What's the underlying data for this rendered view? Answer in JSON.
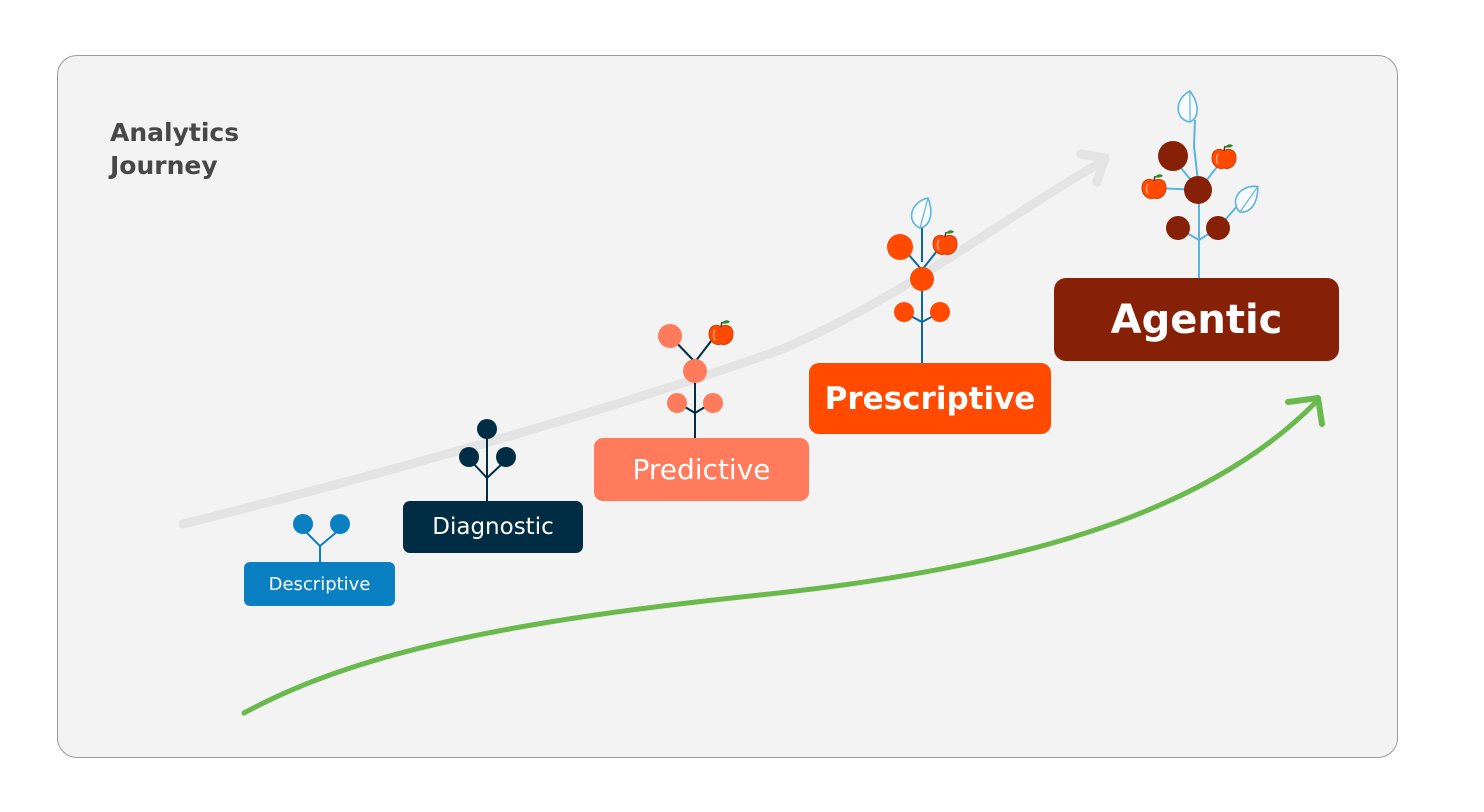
{
  "title": {
    "line1": "Analytics",
    "line2": "Journey"
  },
  "stages": [
    {
      "id": "descriptive",
      "label": "Descriptive",
      "color": "#0a7fc1"
    },
    {
      "id": "diagnostic",
      "label": "Diagnostic",
      "color": "#002d44"
    },
    {
      "id": "predictive",
      "label": "Predictive",
      "color": "#ff7b5c"
    },
    {
      "id": "prescriptive",
      "label": "Prescriptive",
      "color": "#ff4a00"
    },
    {
      "id": "agentic",
      "label": "Agentic",
      "color": "#862007"
    }
  ],
  "colors": {
    "card_background": "#f3f3f3",
    "title_text": "#474747",
    "upper_arrow": "#e4e4e4",
    "growth_arrow": "#6ab94c",
    "leaf_outline": "#5ab4e0",
    "apple_leaf": "#2f8a2f"
  },
  "icons": [
    "plant-icon",
    "apple-icon",
    "leaf-icon",
    "arrow-icon"
  ]
}
